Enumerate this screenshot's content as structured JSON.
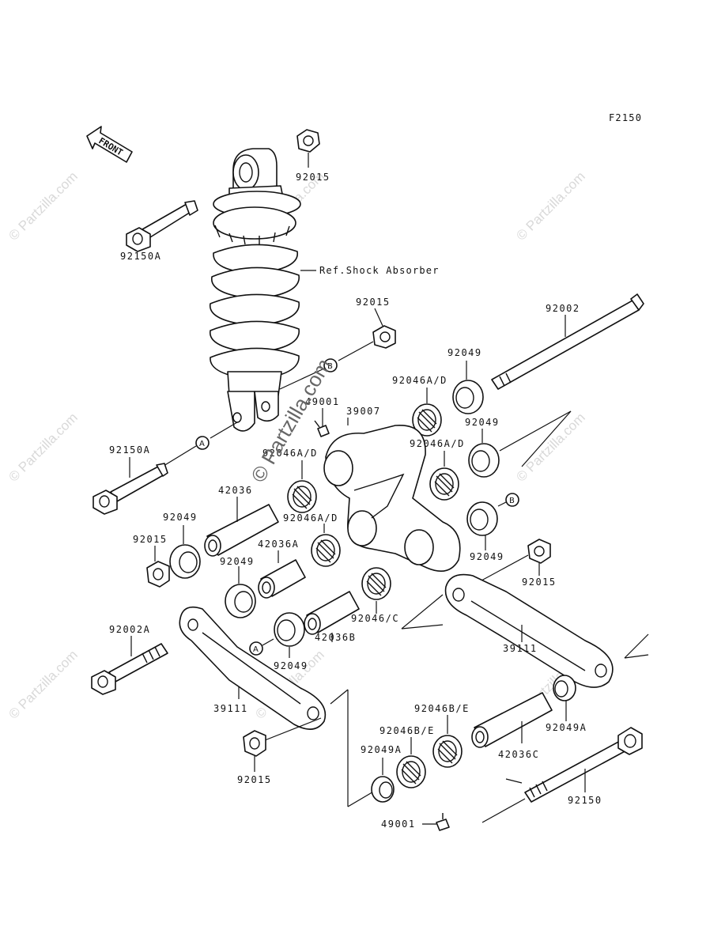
{
  "figure_code": "F2150",
  "front_label": "FRONT",
  "watermark": {
    "text": "© Partzilla.com",
    "center_text": "© Partzilla.com"
  },
  "reference": "Ref.Shock Absorber",
  "markers": [
    "A",
    "B"
  ],
  "labels": {
    "nut_top": "92015",
    "bolt_top": "92150A",
    "nut_mid": "92015",
    "shaft_long": "92002",
    "collar_r1": "92049",
    "bearing_r1": "92046A/D",
    "fitting_mid": "49001",
    "rocker_arm": "39007",
    "bearing_mid1": "92046A/D",
    "collar_r2": "92049",
    "bearing_r2": "92046A/D",
    "bolt_mid": "92150A",
    "sleeve_1": "42036",
    "collar_l1": "92049",
    "nut_l": "92015",
    "sleeve_2": "42036A",
    "bearing_mid2": "92046A/D",
    "collar_l2": "92049",
    "collar_r3": "92049",
    "nut_r": "92015",
    "bearing_c": "92046/C",
    "sleeve_3": "42036B",
    "collar_l3": "92049",
    "bolt_low": "92002A",
    "tie_rod_r": "39111",
    "tie_rod_l": "39111",
    "nut_low": "92015",
    "bearing_be1": "92046B/E",
    "bearing_be2": "92046B/E",
    "collar_a1": "92049A",
    "collar_a2": "92049A",
    "sleeve_4": "42036C",
    "bolt_long": "92150",
    "fitting_low": "49001"
  }
}
